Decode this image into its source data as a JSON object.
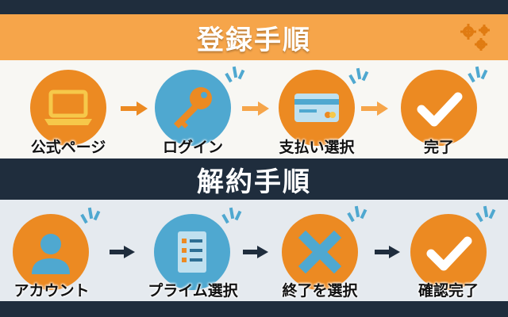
{
  "registration": {
    "title": "登録手順",
    "steps": [
      {
        "label": "公式ページ",
        "icon": "laptop-icon"
      },
      {
        "label": "ログイン",
        "icon": "key-icon"
      },
      {
        "label": "支払い選択",
        "icon": "credit-card-icon"
      },
      {
        "label": "完了",
        "icon": "checkmark-icon"
      }
    ]
  },
  "cancellation": {
    "title": "解約手順",
    "steps": [
      {
        "label": "アカウント",
        "icon": "user-icon"
      },
      {
        "label": "プライム選択",
        "icon": "checklist-icon"
      },
      {
        "label": "終了を選択",
        "icon": "cross-icon"
      },
      {
        "label": "確認完了",
        "icon": "checkmark-icon"
      }
    ]
  },
  "colors": {
    "orange": "#ec8a22",
    "blue": "#4fa8d0",
    "dark_navy": "#1f2d3d",
    "light_orange": "#f6a54a"
  }
}
